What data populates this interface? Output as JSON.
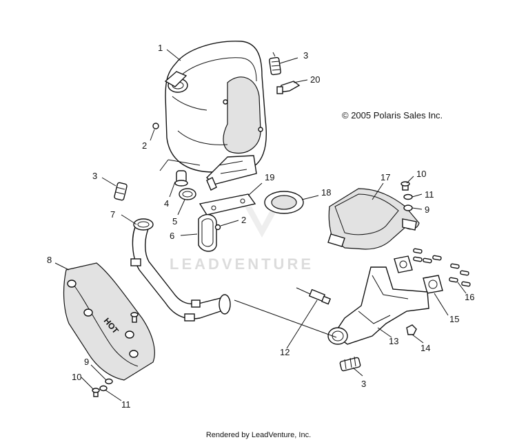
{
  "copyright": "© 2005 Polaris Sales Inc.",
  "watermark": "LEADVENTURE",
  "footer": "Rendered by LeadVenture, Inc.",
  "callouts": [
    "1",
    "3",
    "20",
    "2",
    "3",
    "4",
    "5",
    "19",
    "18",
    "2",
    "7",
    "6",
    "8",
    "10",
    "11",
    "9",
    "17",
    "12",
    "13",
    "14",
    "15",
    "16",
    "9",
    "10",
    "11",
    "3"
  ]
}
